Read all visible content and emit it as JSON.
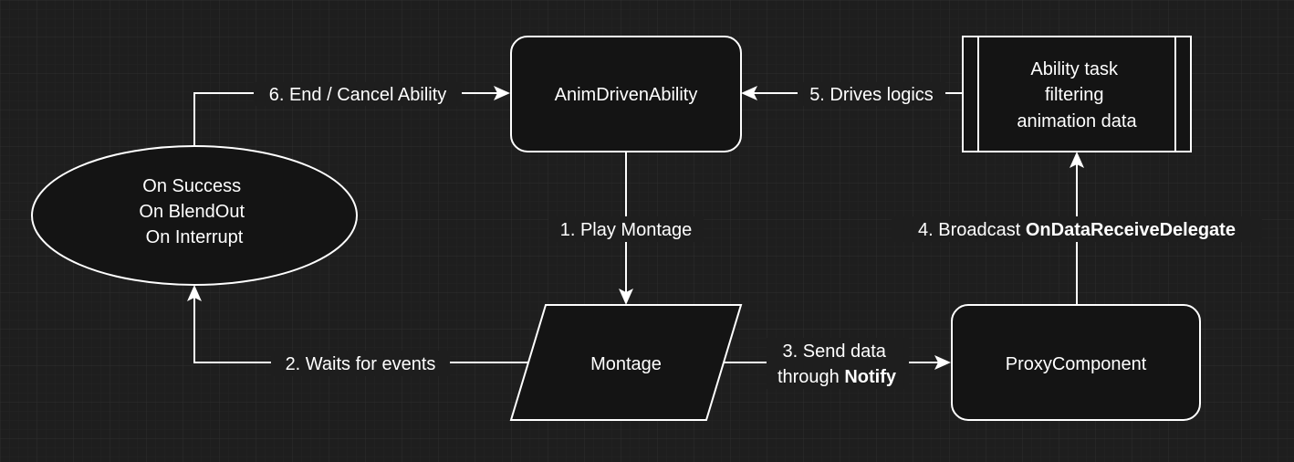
{
  "colors": {
    "background": "#1e1e1e",
    "grid": "#2a2a2a",
    "node_fill": "#141414",
    "stroke": "#ffffff",
    "text": "#ffffff"
  },
  "nodes": {
    "anim_driven_ability": {
      "label": "AnimDrivenAbility"
    },
    "ability_task": {
      "lines": [
        "Ability task",
        "filtering",
        "animation data"
      ]
    },
    "event_ellipse": {
      "lines": [
        "On Success",
        "On BlendOut",
        "On Interrupt"
      ]
    },
    "montage": {
      "label": "Montage"
    },
    "proxy_component": {
      "label": "ProxyComponent"
    }
  },
  "edges": {
    "end_cancel": {
      "label": "6. End / Cancel Ability"
    },
    "drives_logics": {
      "label": "5. Drives logics"
    },
    "play_montage": {
      "label": "1. Play Montage"
    },
    "broadcast": {
      "prefix": "4. Broadcast ",
      "emphasis": "OnDataReceiveDelegate"
    },
    "waits_events": {
      "label": "2. Waits for events"
    },
    "send_data": {
      "line1": "3. Send data",
      "line2_prefix": "through ",
      "line2_emphasis": "Notify"
    }
  }
}
